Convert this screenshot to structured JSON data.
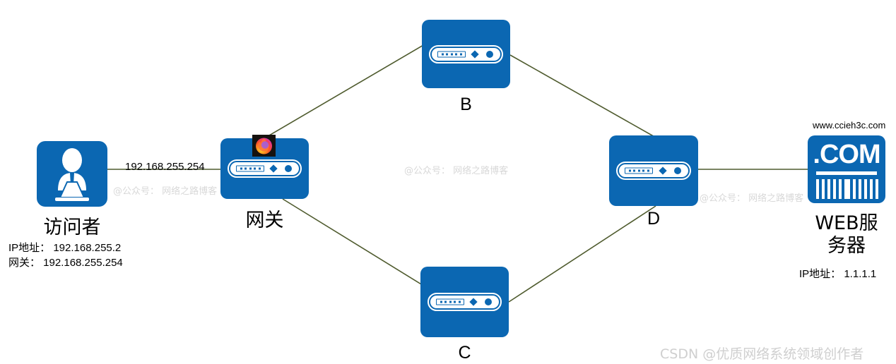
{
  "diagram": {
    "title": "Network topology: visitor to WEB server via gateway and routers",
    "background": "#ffffff",
    "node_color": "#0B67B2",
    "link_color": "#4F5B2E"
  },
  "nodes": {
    "visitor": {
      "label": "访问者",
      "icon": "person-at-laptop-icon",
      "details": [
        "IP地址： 192.168.255.2",
        "网关： 192.168.255.254"
      ]
    },
    "gateway": {
      "label": "网关",
      "icon": "router-icon",
      "badge": "firefox-icon"
    },
    "router_b": {
      "label": "B",
      "icon": "router-icon"
    },
    "router_c": {
      "label": "C",
      "icon": "router-icon"
    },
    "router_d": {
      "label": "D",
      "icon": "router-icon"
    },
    "web_server": {
      "url": "www.ccieh3c.com",
      "icon": "dot-com-server-icon",
      "icon_text": ".COM",
      "label_line1": "WEB服",
      "label_line2": "务器",
      "detail": "IP地址： 1.1.1.1"
    }
  },
  "links": [
    {
      "from": "visitor",
      "to": "gateway",
      "label": "192.168.255.254"
    },
    {
      "from": "gateway",
      "to": "router_b",
      "label": ""
    },
    {
      "from": "gateway",
      "to": "router_c",
      "label": ""
    },
    {
      "from": "router_b",
      "to": "router_d",
      "label": ""
    },
    {
      "from": "router_c",
      "to": "router_d",
      "label": ""
    },
    {
      "from": "router_d",
      "to": "web_server",
      "label": ""
    }
  ],
  "watermarks": {
    "blog": "@公众号： 网络之路博客",
    "csdn": "CSDN @优质网络系统领域创作者"
  }
}
